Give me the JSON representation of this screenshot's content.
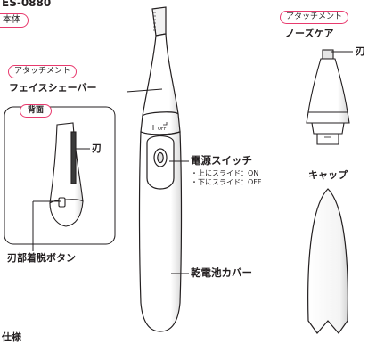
{
  "header": {
    "model_partial": "ES-0880",
    "body_label": "本体"
  },
  "face_shaver": {
    "badge": "アタッチメント",
    "label": "フェイスシェーバー"
  },
  "back_view": {
    "title": "背面",
    "blade_label": "刃",
    "release_button_label": "刃部着脱ボタン"
  },
  "body": {
    "off_mark": "OFF",
    "power_switch": {
      "label": "電源スイッチ",
      "up": "・上にスライド：ON",
      "down": "・下にスライド：OFF"
    },
    "battery_cover_label": "乾電池カバー"
  },
  "nose_care": {
    "badge": "アタッチメント",
    "label": "ノーズケア",
    "blade_label": "刃"
  },
  "cap": {
    "label": "キャップ"
  },
  "footer": {
    "partial_text": "仕様"
  },
  "colors": {
    "accent": "#e83a6e",
    "line": "#231f20",
    "shade": "#dcdcdc"
  }
}
